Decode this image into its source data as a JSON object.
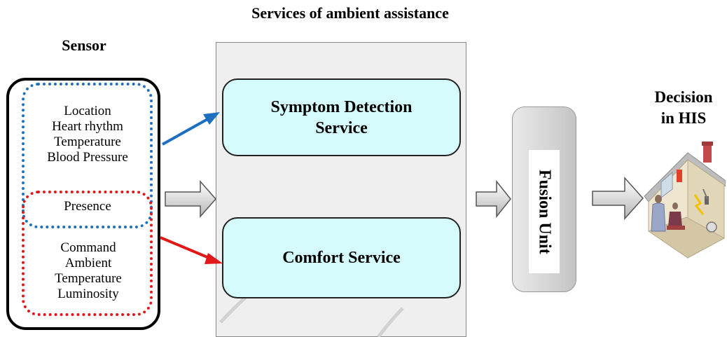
{
  "titles": {
    "services": "Services of ambient assistance",
    "sensor": "Sensor",
    "decision_line1": "Decision",
    "decision_line2": "in HIS"
  },
  "sensor": {
    "blue_items": [
      "Location",
      "Heart rhythm",
      "Temperature",
      "Blood Pressure"
    ],
    "shared_item": "Presence",
    "red_items": [
      "Command",
      "Ambient",
      "Temperature",
      "Luminosity"
    ]
  },
  "services": {
    "symptom_line1": "Symptom Detection",
    "symptom_line2": "Service",
    "comfort": "Comfort Service"
  },
  "fusion": {
    "label": "Fusion Unit"
  },
  "colors": {
    "blue_group": "#1f6fc1",
    "red_group": "#e01818",
    "service_fill": "#d5fbfd",
    "panel_fill": "#efefef"
  },
  "icons": {
    "house": "house-icon"
  }
}
